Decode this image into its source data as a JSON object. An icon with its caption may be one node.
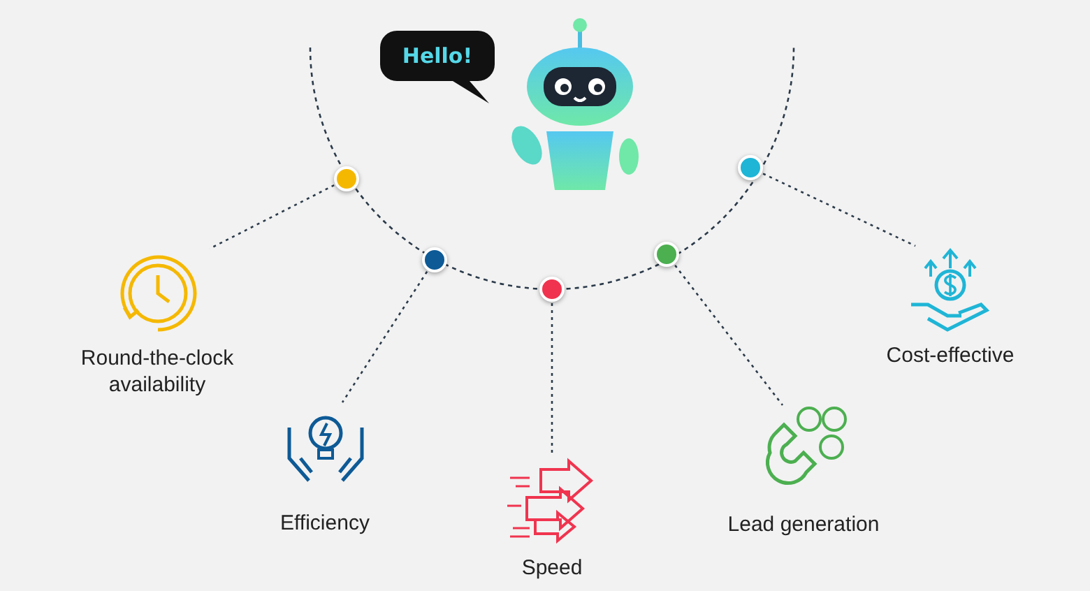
{
  "diagram": {
    "nodes": [
      {
        "text": [
          "Hello!"
        ]
      },
      {
        "text": [],
        "shape": "picture"
      },
      {
        "text": [],
        "shape": "circle"
      },
      {
        "text": [],
        "shape": "circle"
      },
      {
        "text": [],
        "shape": "circle"
      },
      {
        "text": [],
        "shape": "circle"
      },
      {
        "text": [],
        "shape": "circle"
      },
      {
        "text": [
          "Round-the-clock availability"
        ]
      },
      {
        "text": [
          "Efficiency"
        ]
      },
      {
        "text": [
          "Speed"
        ]
      },
      {
        "text": [
          "Lead generation"
        ]
      },
      {
        "text": [
          "Cost-effective"
        ]
      }
    ],
    "edges": [
      {
        "from": 2,
        "to": 7,
        "arrow": "none",
        "style": "dashed"
      },
      {
        "from": 3,
        "to": 8,
        "arrow": "none",
        "style": "dashed"
      },
      {
        "from": 4,
        "to": 9,
        "arrow": "none",
        "style": "dashed"
      },
      {
        "from": 5,
        "to": 10,
        "arrow": "none",
        "style": "dashed"
      },
      {
        "from": 6,
        "to": 11,
        "arrow": "none",
        "style": "dashed"
      }
    ]
  }
}
